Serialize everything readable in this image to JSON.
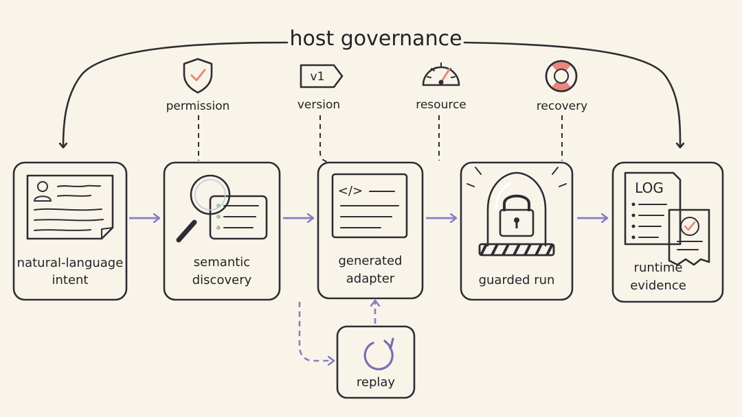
{
  "title": "host governance",
  "governance": {
    "permission": "permission",
    "version": "version",
    "version_tag": "v1",
    "resource": "resource",
    "recovery": "recovery"
  },
  "nodes": {
    "intent": [
      "natural-language",
      "intent"
    ],
    "discovery": [
      "semantic",
      "discovery"
    ],
    "adapter": [
      "generated",
      "adapter"
    ],
    "run": [
      "guarded run"
    ],
    "evidence": [
      "runtime",
      "evidence"
    ],
    "replay": [
      "replay"
    ]
  },
  "adapter_code_tag": "</>",
  "log_label": "LOG",
  "icons": {
    "permission": "shield-check-icon",
    "version": "version-tag-icon",
    "resource": "gauge-icon",
    "recovery": "lifebuoy-icon",
    "intent": "user-document-icon",
    "discovery": "magnifier-icon",
    "adapter": "code-window-icon",
    "run": "glass-dome-lock-icon",
    "evidence": "log-document-icon",
    "replay": "refresh-icon"
  },
  "colors": {
    "blue_fill": "#d6e4f1",
    "green_fill": "#d9ead3",
    "purple_fill": "#dbd3ea",
    "arrow": "#8a7cc0",
    "accent_red": "#e8877a",
    "paper": "#f8f4ea"
  }
}
